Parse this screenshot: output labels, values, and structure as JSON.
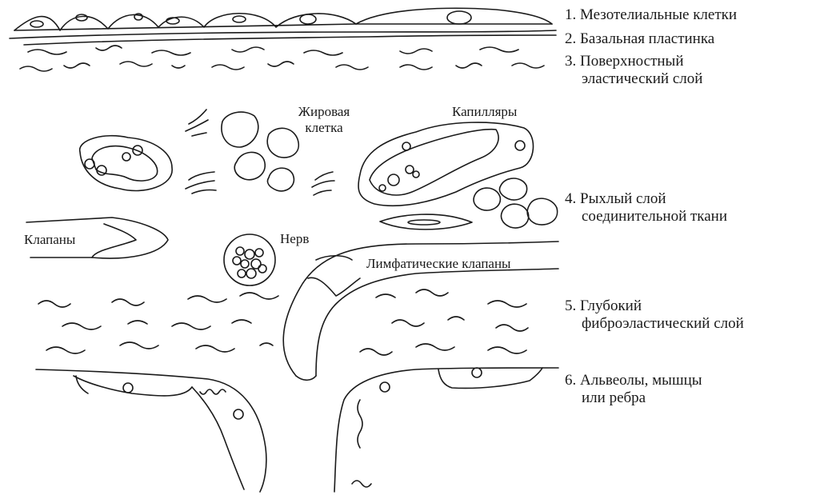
{
  "legend": [
    {
      "lines": [
        "1. Мезотелиальные клетки"
      ]
    },
    {
      "lines": [
        "2. Базальная пластинка"
      ]
    },
    {
      "lines": [
        "3. Поверхностный",
        "эластический слой"
      ]
    },
    {
      "lines": [
        "4. Рыхлый слой",
        "соединительной ткани"
      ]
    },
    {
      "lines": [
        "5. Глубокий",
        "фиброэластический слой"
      ]
    },
    {
      "lines": [
        "6. Альвеолы, мышцы",
        "или ребра"
      ]
    }
  ],
  "labels": {
    "fat_cell": [
      "Жировая",
      "клетка"
    ],
    "capillaries": "Капилляры",
    "valves": "Клапаны",
    "nerve": "Нерв",
    "lymph_valves": "Лимфатические клапаны"
  }
}
